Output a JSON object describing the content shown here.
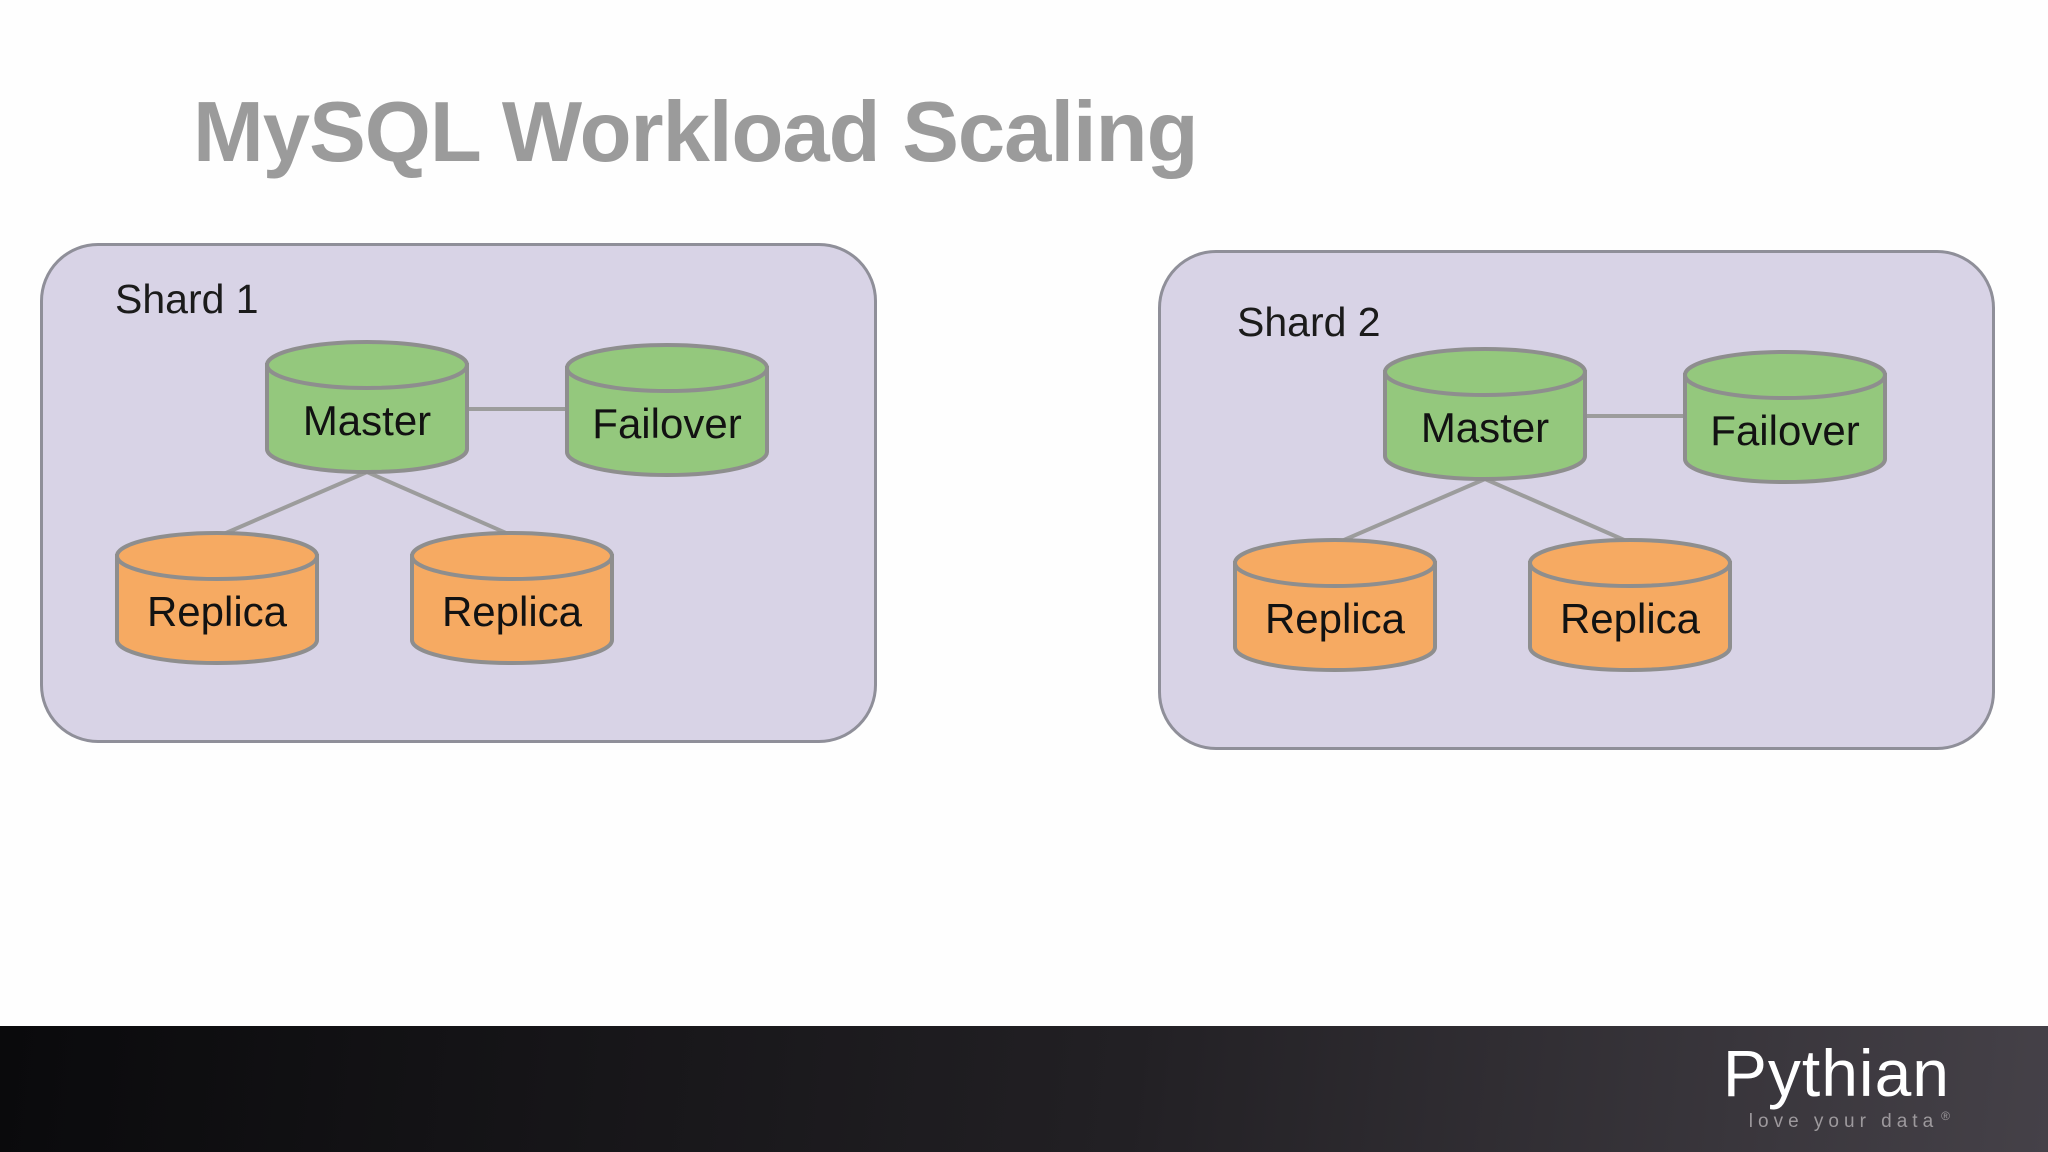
{
  "slide": {
    "title": "MySQL Workload Scaling"
  },
  "shards": [
    {
      "label": "Shard 1",
      "nodes": [
        {
          "id": "master",
          "label": "Master"
        },
        {
          "id": "failover",
          "label": "Failover"
        },
        {
          "id": "replica-1",
          "label": "Replica"
        },
        {
          "id": "replica-2",
          "label": "Replica"
        }
      ],
      "edges": [
        {
          "from": "master",
          "to": "failover"
        },
        {
          "from": "master",
          "to": "replica-1"
        },
        {
          "from": "master",
          "to": "replica-2"
        }
      ]
    },
    {
      "label": "Shard 2",
      "nodes": [
        {
          "id": "master",
          "label": "Master"
        },
        {
          "id": "failover",
          "label": "Failover"
        },
        {
          "id": "replica-1",
          "label": "Replica"
        },
        {
          "id": "replica-2",
          "label": "Replica"
        }
      ],
      "edges": [
        {
          "from": "master",
          "to": "failover"
        },
        {
          "from": "master",
          "to": "replica-1"
        },
        {
          "from": "master",
          "to": "replica-2"
        }
      ]
    }
  ],
  "footer": {
    "brand": "Pythian",
    "tagline": "love your data",
    "registered": "®"
  },
  "colors": {
    "title": "#9b9b9b",
    "shard-fill": "#d8d3e6",
    "shard-border": "#8f8f99",
    "master-fill": "#94c87d",
    "replica-fill": "#f6aa62",
    "node-border": "#8e8e8e",
    "edge": "#9c9c9c",
    "footer-left": "#0a0a0c",
    "footer-right": "#454148",
    "brand-text": "#ffffff",
    "tagline-text": "#9d999d"
  }
}
